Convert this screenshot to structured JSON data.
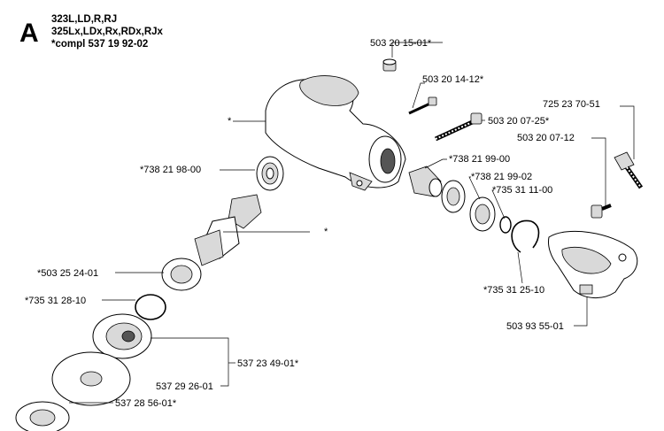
{
  "header": {
    "section_letter": "A",
    "models_line1": "323L,LD,R,RJ",
    "models_line2": "325Lx,LDx,Rx,RDx,RJx",
    "kit_line": "*compl 537 19 92-02"
  },
  "labels": {
    "p_503_20_15_01": "503 20 15-01*",
    "p_503_20_14_12": "503 20 14-12*",
    "p_725_23_70_51": "725 23 70-51",
    "p_503_20_07_25": "503 20 07-25*",
    "p_503_20_07_12": "503 20 07-12",
    "asterisk_housing": "*",
    "p_738_21_98_00": "*738 21 98-00",
    "p_738_21_99_00": "*738 21 99-00",
    "p_738_21_99_02": "*738 21 99-02",
    "p_735_31_11_00": "*735 31 11-00",
    "asterisk_shaft": "*",
    "p_503_25_24_01": "*503 25 24-01",
    "p_735_31_28_10": "*735 31 28-10",
    "p_735_31_25_10": "*735 31 25-10",
    "p_503_93_55_01": "503 93 55-01",
    "p_537_23_49_01": "537 23 49-01*",
    "p_537_29_26_01": "537 29 26-01",
    "p_537_28_56_01": "537 28 56-01*"
  }
}
